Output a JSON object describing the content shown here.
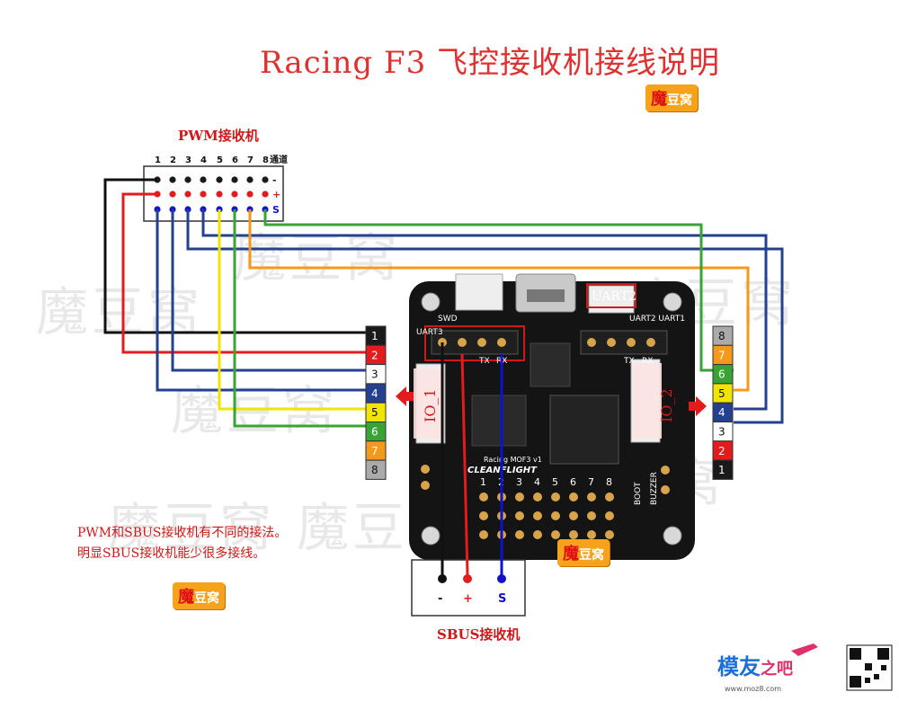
{
  "title": "Racing F3 飞控接收机接线说明",
  "brand_badge": {
    "mark": "魔",
    "rest": "豆窝"
  },
  "watermark_text": "魔豆窝",
  "pwm_receiver": {
    "label": "PWM接收机",
    "channel_headers": [
      "1",
      "2",
      "3",
      "4",
      "5",
      "6",
      "7",
      "8",
      "通道"
    ],
    "row_labels": [
      "-",
      "+",
      "S"
    ]
  },
  "sbus_receiver": {
    "label": "SBUS接收机",
    "pins": [
      "-",
      "+",
      "S"
    ]
  },
  "io1_connector": {
    "label": "IO_1",
    "pins": [
      "1",
      "2",
      "3",
      "4",
      "5",
      "6",
      "7",
      "8"
    ]
  },
  "io2_connector": {
    "label": "IO_2",
    "pins": [
      "8",
      "7",
      "6",
      "5",
      "4",
      "3",
      "2",
      "1"
    ]
  },
  "board": {
    "silk_labels": {
      "swd": "SWD",
      "uart3": "UART3",
      "uart2": "UART2",
      "uart2_1": "UART2 UART1",
      "tx": "TX",
      "rx": "RX",
      "boot": "BOOT",
      "buzzer": "BUZZER",
      "brand": "CLEANFLIGHT",
      "model": "Racing MOF3 v1",
      "pin_numbers": [
        "1",
        "2",
        "3",
        "4",
        "5",
        "6",
        "7",
        "8"
      ]
    },
    "uart2_tag": "UART2",
    "io1_tag": "IO_1",
    "io2_tag": "IO_2"
  },
  "note_lines": [
    "PWM和SBUS接收机有不同的接法。",
    "明显SBUS接收机能少很多接线。"
  ],
  "site": {
    "main": "模友",
    "suffix": "之吧",
    "url": "www.moz8.com"
  },
  "colors": {
    "pin1": "#1a1a1a",
    "pin2": "#e21c1c",
    "pin3": "#ffffff",
    "pin4": "#24408e",
    "pin5": "#f2e300",
    "pin6": "#3aa335",
    "pin7": "#f39a1e",
    "pin8": "#aaaaaa",
    "title": "#e03030",
    "annotation": "#d01818"
  }
}
